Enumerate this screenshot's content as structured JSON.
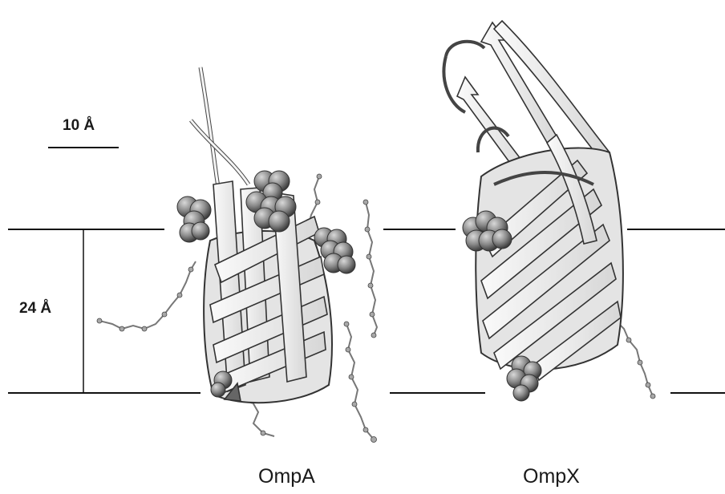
{
  "scale_bar": {
    "label": "10 Å"
  },
  "membrane": {
    "thickness_label": "24 Å"
  },
  "proteins": [
    {
      "name": "OmpA"
    },
    {
      "name": "OmpX"
    }
  ],
  "colors": {
    "line": "#111111",
    "ribbon_fill": "#f2f2f2",
    "ribbon_edge": "#3a3a3a",
    "sphere": "#8a8a8a",
    "sphere_dark": "#4a4a4a",
    "lipid": "#9a9a9a"
  }
}
